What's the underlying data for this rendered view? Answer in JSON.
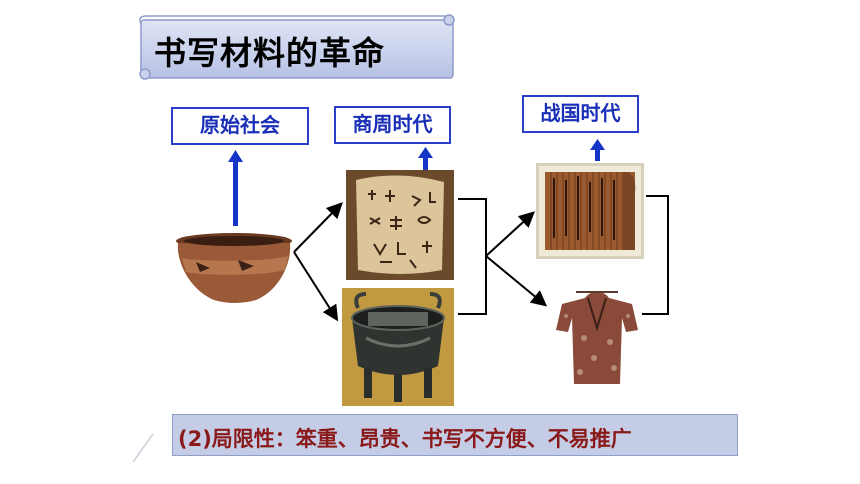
{
  "title": "书写材料的革命",
  "eras": [
    "原始社会",
    "商周时代",
    "战国时代"
  ],
  "note": "(2)局限性：笨重、昂贵、书写不方便、不易推广",
  "colors": {
    "era_border": "#2a3fc8",
    "era_text": "#1a2fb8",
    "arrow_blue": "#1435c8",
    "note_bg": "#c5cde6",
    "note_text": "#8a1a1a",
    "scroll": "#c9d1ec"
  },
  "images": [
    "painted-pottery-pot",
    "oracle-bone",
    "bronze-ding-vessel",
    "bamboo-slips",
    "silk-garment"
  ]
}
